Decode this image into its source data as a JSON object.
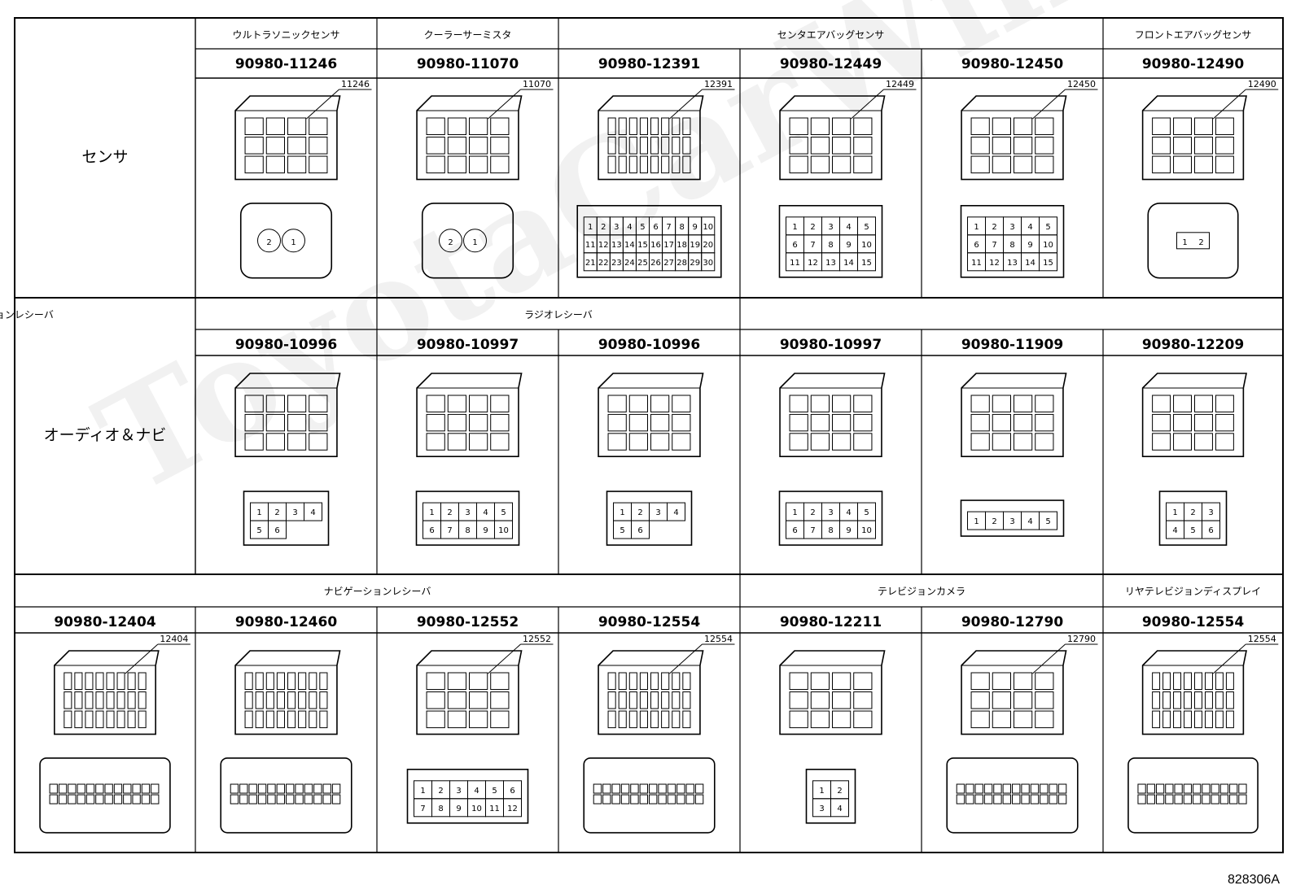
{
  "row_labels": [
    "センサ",
    "オーディオ＆ナビ"
  ],
  "rows": [
    {
      "groups": [
        {
          "label": "ウルトラソニックセンサ",
          "span": 1
        },
        {
          "label": "クーラーサーミスタ",
          "span": 1
        },
        {
          "label": "センタエアバッグセンサ",
          "span": 3
        },
        {
          "label": "フロントエアバッグセンサ",
          "span": 1
        }
      ],
      "cells": [
        {
          "part": "90980-11246",
          "callout": "11246",
          "style": "sensor2",
          "pins": [
            "2",
            "1"
          ]
        },
        {
          "part": "90980-11070",
          "callout": "11070",
          "style": "thermistor",
          "pins": [
            "2",
            "1"
          ]
        },
        {
          "part": "90980-12391",
          "callout": "12391",
          "style": "grid30",
          "pins": [
            "1",
            "2",
            "3",
            "4",
            "5",
            "6",
            "7",
            "8",
            "9",
            "10",
            "11",
            "12",
            "13",
            "14",
            "15",
            "16",
            "17",
            "18",
            "19",
            "20",
            "21",
            "22",
            "23",
            "24",
            "25",
            "26",
            "27",
            "28",
            "29",
            "30"
          ]
        },
        {
          "part": "90980-12449",
          "callout": "12449",
          "style": "grid15",
          "pins": [
            "1",
            "2",
            "3",
            "4",
            "5",
            "6",
            "7",
            "8",
            "9",
            "10",
            "11",
            "12",
            "13",
            "14",
            "15"
          ]
        },
        {
          "part": "90980-12450",
          "callout": "12450",
          "style": "grid15",
          "pins": [
            "1",
            "2",
            "3",
            "4",
            "5",
            "6",
            "7",
            "8",
            "9",
            "10",
            "11",
            "12",
            "13",
            "14",
            "15"
          ]
        },
        {
          "part": "90980-12490",
          "callout": "12490",
          "style": "airbag2",
          "pins": [
            "1",
            "2"
          ]
        }
      ]
    },
    {
      "groups": [
        {
          "label": "",
          "span": 1
        },
        {
          "label": "ラジオレシーバ",
          "span": 2
        },
        {
          "label": "ナビゲーションレシーバ",
          "span": 4
        }
      ],
      "cells": [
        {
          "part": "90980-10996",
          "callout": "",
          "style": "box6",
          "pins": [
            "1",
            "2",
            "3",
            "4",
            "5",
            "6"
          ]
        },
        {
          "part": "90980-10997",
          "callout": "",
          "style": "box10",
          "pins": [
            "1",
            "2",
            "3",
            "4",
            "5",
            "6",
            "7",
            "8",
            "9",
            "10"
          ]
        },
        {
          "part": "90980-10996",
          "callout": "",
          "style": "box6",
          "pins": [
            "1",
            "2",
            "3",
            "4",
            "5",
            "6"
          ]
        },
        {
          "part": "90980-10997",
          "callout": "",
          "style": "box10",
          "pins": [
            "1",
            "2",
            "3",
            "4",
            "5",
            "6",
            "7",
            "8",
            "9",
            "10"
          ]
        },
        {
          "part": "90980-11909",
          "callout": "",
          "style": "row5",
          "pins": [
            "1",
            "2",
            "3",
            "4",
            "5"
          ]
        },
        {
          "part": "90980-12209",
          "callout": "",
          "style": "grid6",
          "pins": [
            "1",
            "2",
            "3",
            "4",
            "5",
            "6"
          ]
        }
      ]
    },
    {
      "groups": [
        {
          "label": "ナビゲーションレシーバ",
          "span": 4
        },
        {
          "label": "テレビジョンカメラ",
          "span": 2
        },
        {
          "label": "リヤテレビジョンディスプレイ",
          "span": 1
        }
      ],
      "cells": [
        {
          "part": "90980-12404",
          "callout": "12404",
          "style": "wide24",
          "pins": []
        },
        {
          "part": "90980-12460",
          "callout": "",
          "style": "wide20",
          "pins": []
        },
        {
          "part": "90980-12552",
          "callout": "12552",
          "style": "box12",
          "pins": [
            "1",
            "2",
            "3",
            "4",
            "5",
            "6",
            "7",
            "8",
            "9",
            "10",
            "11",
            "12"
          ]
        },
        {
          "part": "90980-12554",
          "callout": "12554",
          "style": "wide28",
          "pins": []
        },
        {
          "part": "90980-12211",
          "callout": "",
          "style": "grid4",
          "pins": [
            "1",
            "2",
            "3",
            "4"
          ]
        },
        {
          "part": "90980-12790",
          "callout": "12790",
          "style": "camera",
          "pins": []
        },
        {
          "part": "90980-12554",
          "callout": "12554",
          "style": "wide28",
          "pins": []
        }
      ]
    }
  ],
  "figure_id": "828306A",
  "watermark": "ToyotaCarWiki.ru"
}
